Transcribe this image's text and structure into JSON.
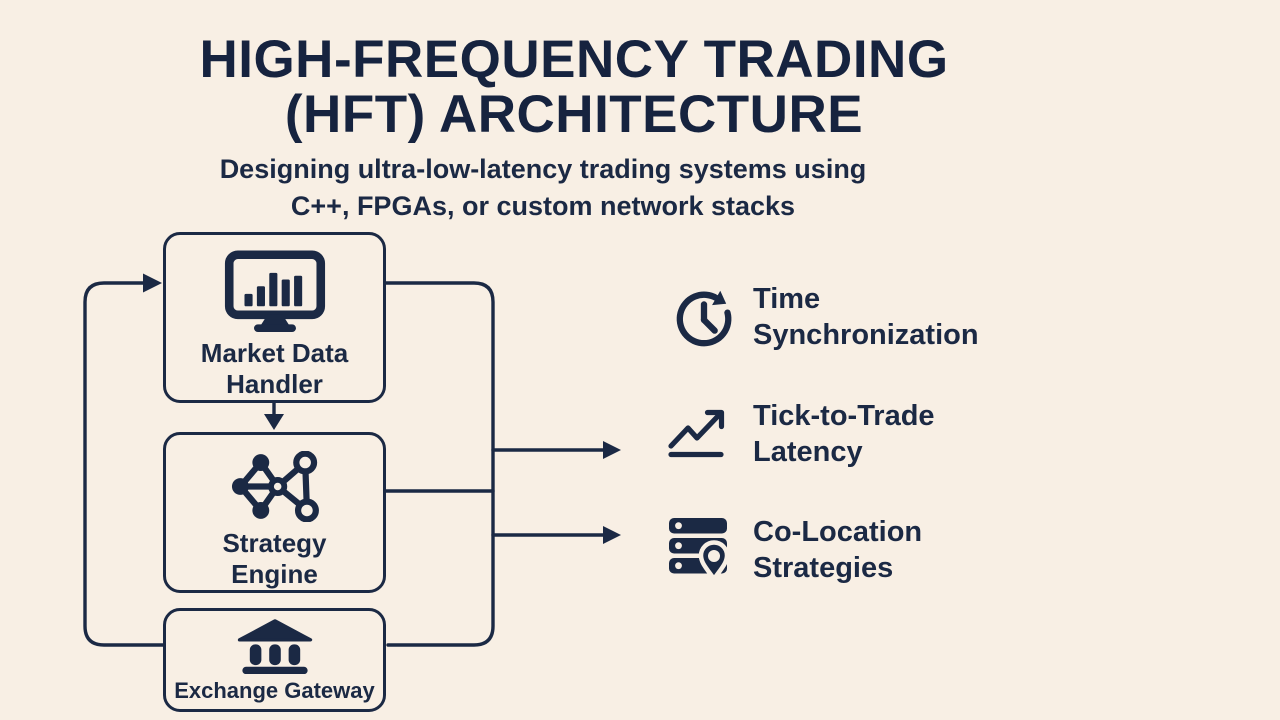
{
  "canvas": {
    "background_color": "#f8efe4",
    "ink_color": "#1b2944"
  },
  "header": {
    "title_line1": "HIGH-FREQUENCY TRADING",
    "title_line2": "(HFT) ARCHITECTURE",
    "subtitle_line1": "Designing ultra-low-latency trading systems using",
    "subtitle_line2": "C++, FPGAs, or custom network stacks"
  },
  "flow": {
    "nodes": [
      {
        "id": "market-data-handler",
        "icon": "monitor-chart-icon",
        "line1": "Market Data",
        "line2": "Handler"
      },
      {
        "id": "strategy-engine",
        "icon": "network-graph-icon",
        "line1": "Strategy",
        "line2": "Engine"
      },
      {
        "id": "exchange-gateway",
        "icon": "bank-icon",
        "line1": "Exchange Gateway"
      }
    ],
    "edges": [
      "market-data-handler -> strategy-engine (down arrow)",
      "exchange-gateway -> market-data-handler (left feedback loop arrow)",
      "market-data-handler + strategy-engine + exchange-gateway -> right bus",
      "right bus -> tick-to-trade-latency (arrow)",
      "right bus -> co-location-strategies (arrow)"
    ]
  },
  "key_points": [
    {
      "id": "time-synchronization",
      "icon": "clock-sync-icon",
      "line1": "Time",
      "line2": "Synchronization"
    },
    {
      "id": "tick-to-trade-latency",
      "icon": "trend-up-icon",
      "line1": "Tick-to-Trade",
      "line2": "Latency"
    },
    {
      "id": "co-location-strategies",
      "icon": "server-location-icon",
      "line1": "Co-Location",
      "line2": "Strategies"
    }
  ]
}
